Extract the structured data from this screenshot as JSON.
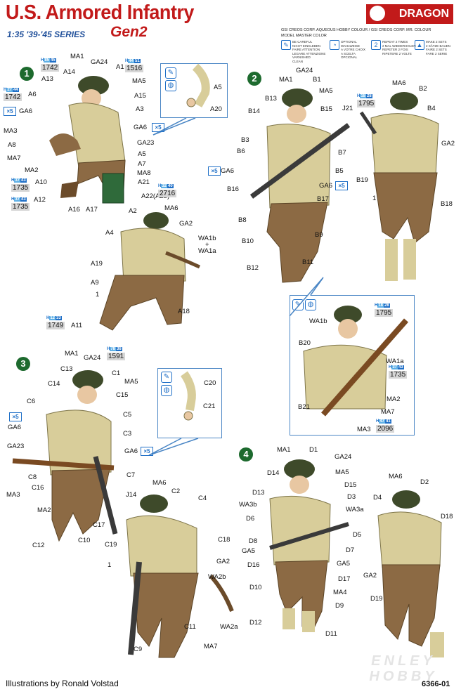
{
  "header": {
    "title": "U.S. Armored Infantry",
    "series": "1:35 '39-'45 SERIES",
    "gen_badge": "Gen2",
    "brand": "DRAGON"
  },
  "legend": {
    "paint_brands": "GSI CREOS CORP. AQUEOUS HOBBY COLOUR / GSI CREOS CORP. MR. COLOUR",
    "model_master": "MODEL MASTER COLOR",
    "col1": "BE CAREFUL\nNICHT EINKLEBEN\nFAIRE ATTENTION\nLEGARE ATTENZIONE\nVARNISHED\nCLEAN",
    "col2": "OPTIONAL\nWAHLWEISE\nA VOTRE CHOIX\nA SCELTA\nOPCIONAL",
    "col3": "REPEAT 2 TIMES\n2 MAL WIEDERHOLEN\nREPETER 2 FOIS\nRIPETERE 2 VOLTE",
    "col4": "MAKE 2 SETS\n2 SÄTZE BAUEN\nFAIRE 2 SETS\nFARE 2 SERIE"
  },
  "icons": {
    "glue": "glue-tube-icon",
    "paint": "paint-pot-icon",
    "repeat": "times-five-icon",
    "optional": "optional-parts-icon"
  },
  "colors": {
    "brand_red": "#c21a1a",
    "series_blue": "#1f4f9a",
    "step_green": "#1d6a2e",
    "paint_blue": "#1f6fc7",
    "paint_light_blue": "#5fb0e6",
    "callout_border": "#4a86c5",
    "uniform_tan": "#d8cd9a",
    "trousers_brown": "#8c6a44",
    "helmet_olive": "#3e4a2a"
  },
  "steps": {
    "s1": "1",
    "s2": "2",
    "s3": "3",
    "s4": "4"
  },
  "x5": "×5",
  "fig1": {
    "labels": {
      "MA1": "MA1",
      "GA24": "GA24",
      "A1": "A1",
      "A14": "A14",
      "A13": "A13",
      "MA5": "MA5",
      "A6": "A6",
      "A15": "A15",
      "A3": "A3",
      "GA6": "GA6",
      "GA6b": "GA6",
      "MA3": "MA3",
      "A8": "A8",
      "MA7": "MA7",
      "GA23": "GA23",
      "A5": "A5",
      "A7": "A7",
      "MA2": "MA2",
      "MA8": "MA8",
      "A21": "A21",
      "A10": "A10",
      "A12": "A12",
      "A16": "A16",
      "A17": "A17",
      "A22": "A22(A23)"
    },
    "callout": {
      "A5": "A5",
      "A20": "A20"
    },
    "paints": {
      "p1": {
        "h": "H",
        "n1": "85",
        "n2": "45",
        "mc": "1742"
      },
      "p2": {
        "h": "H",
        "n1": "44",
        "n2": "51",
        "mc": "1516"
      },
      "p3": {
        "h": "H",
        "n1": "27",
        "n2": "44",
        "mc": "1742"
      },
      "p4": {
        "h": "H",
        "n1": "37",
        "n2": "43",
        "mc": "1735"
      },
      "p5": {
        "h": "H",
        "n1": "37",
        "n2": "43",
        "mc": "1735"
      },
      "p6": {
        "h": "H",
        "n1": "32",
        "n2": "40",
        "mc": "2716"
      }
    }
  },
  "fig1b": {
    "labels": {
      "A2": "A2",
      "MA6": "MA6",
      "GA2": "GA2",
      "A4": "A4",
      "WA1b": "WA1b",
      "plus": "+",
      "WA1a": "WA1a",
      "A19": "A19",
      "A9": "A9",
      "one": "1",
      "A18": "A18",
      "A11": "A11"
    },
    "paint": {
      "h": "H",
      "n1": "12",
      "n2": "33",
      "mc": "1749"
    }
  },
  "fig2": {
    "labels": {
      "MA1": "MA1",
      "GA24": "GA24",
      "B1": "B1",
      "B13": "B13",
      "MA5": "MA5",
      "B14": "B14",
      "B15": "B15",
      "J21": "J21",
      "B3": "B3",
      "B6": "B6",
      "B7": "B7",
      "GA6": "GA6",
      "B5": "B5",
      "B16": "B16",
      "GA6b": "GA6",
      "B17": "B17",
      "B8": "B8",
      "B9": "B9",
      "B10": "B10",
      "B11": "B11",
      "B12": "B12"
    }
  },
  "fig2b": {
    "labels": {
      "MA6": "MA6",
      "B2": "B2",
      "B4": "B4",
      "GA2": "GA2",
      "B19": "B19",
      "one": "1",
      "B18": "B18"
    },
    "paint": {
      "h": "H",
      "n1": "18",
      "n2": "28",
      "mc": "1795"
    }
  },
  "fig2c": {
    "labels": {
      "WA1b": "WA1b",
      "B20": "B20",
      "WA1a": "WA1a",
      "B21": "B21",
      "MA2": "MA2",
      "MA7": "MA7",
      "MA3": "MA3"
    },
    "paints": {
      "p1": {
        "h": "H",
        "n1": "18",
        "n2": "28",
        "mc": "1795"
      },
      "p2": {
        "h": "H",
        "n1": "37",
        "n2": "43",
        "mc": "1735"
      },
      "p3": {
        "h": "H",
        "n1": "47",
        "n2": "41",
        "mc": "2096"
      }
    }
  },
  "fig3": {
    "labels": {
      "MA1": "MA1",
      "GA24": "GA24",
      "C1": "C1",
      "C13": "C13",
      "MA5": "MA5",
      "C14": "C14",
      "C15": "C15",
      "C6": "C6",
      "C5": "C5",
      "GA6": "GA6",
      "C3": "C3",
      "GA23": "GA23",
      "GA6b": "GA6",
      "C8": "C8",
      "C7": "C7",
      "C16": "C16",
      "MA3": "MA3",
      "MA2": "MA2",
      "C17": "C17",
      "C12": "C12",
      "C10": "C10"
    },
    "callout": {
      "C20": "C20",
      "C21": "C21"
    },
    "paint": {
      "h": "H",
      "n1": "78",
      "n2": "38",
      "mc": "1591"
    }
  },
  "fig3b": {
    "labels": {
      "MA6": "MA6",
      "C2": "C2",
      "J14": "J14",
      "C4": "C4",
      "C19": "C19",
      "C18": "C18",
      "one": "1",
      "GA2": "GA2",
      "WA2b": "WA2b",
      "C11": "C11",
      "WA2a": "WA2a",
      "C9": "C9",
      "MA7": "MA7"
    }
  },
  "fig4": {
    "labels": {
      "MA1": "MA1",
      "D1": "D1",
      "GA24": "GA24",
      "D14": "D14",
      "MA5": "MA5",
      "D13": "D13",
      "D15": "D15",
      "WA3b": "WA3b",
      "D3": "D3",
      "WA3a": "WA3a",
      "D6": "D6",
      "D5": "D5",
      "D8": "D8",
      "GA5": "GA5",
      "D7": "D7",
      "D16": "D16",
      "GA5b": "GA5",
      "D17": "D17",
      "D10": "D10",
      "MA4": "MA4",
      "D9": "D9",
      "D12": "D12",
      "D11": "D11"
    }
  },
  "fig4b": {
    "labels": {
      "MA6": "MA6",
      "D2": "D2",
      "D4": "D4",
      "D18": "D18",
      "GA2": "GA2",
      "D19": "D19"
    }
  },
  "footer": {
    "credit": "Illustrations by Ronald Volstad",
    "code": "6366-01",
    "watermark": "ENLEY HOBBY"
  }
}
